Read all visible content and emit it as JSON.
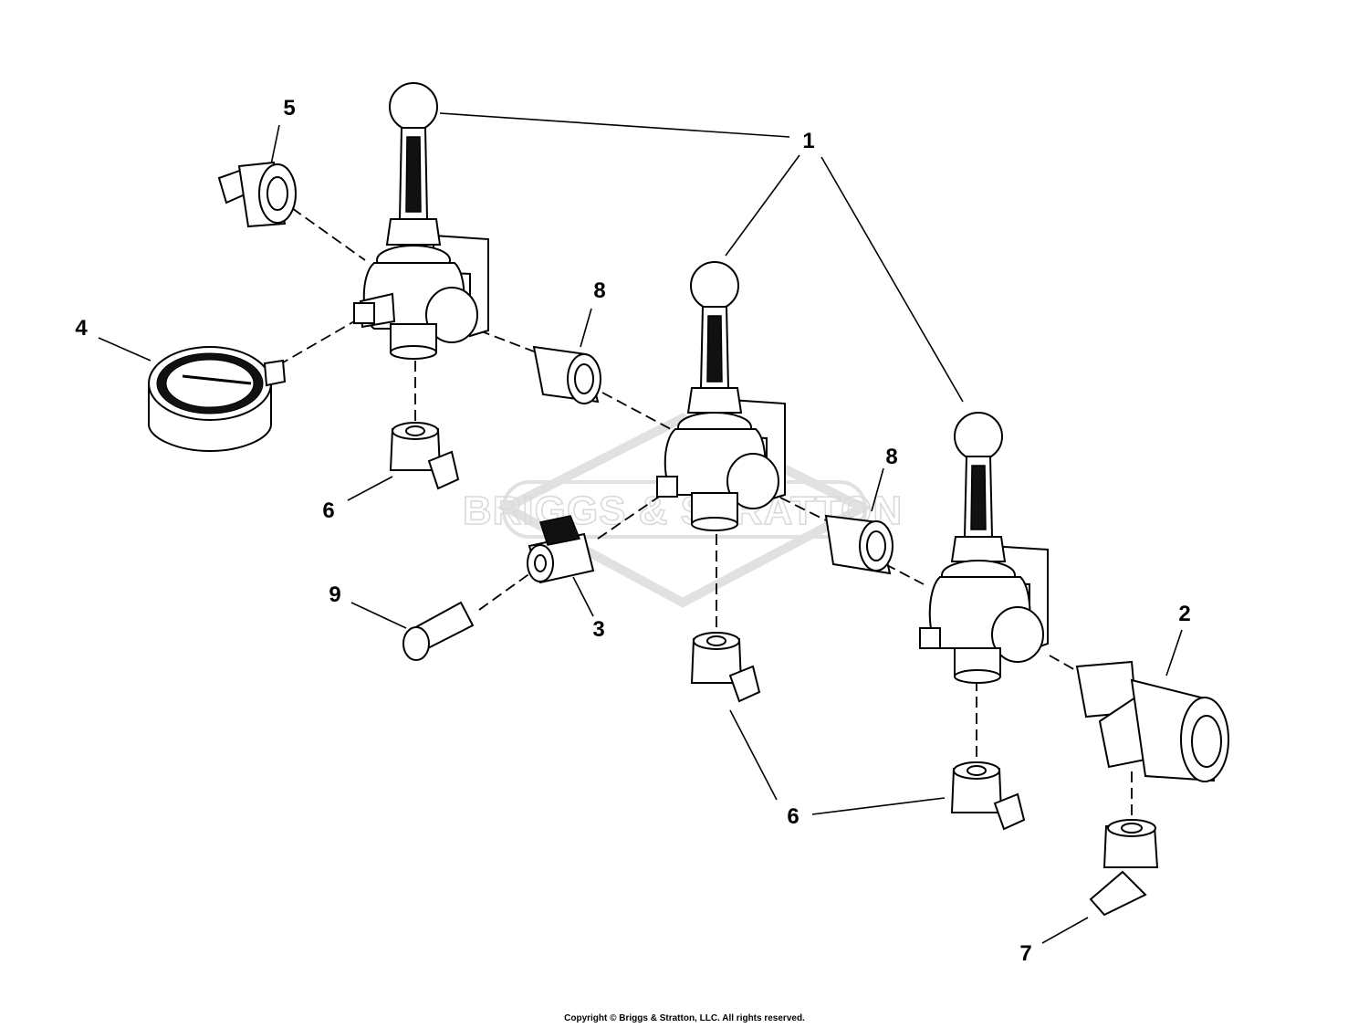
{
  "watermark": {
    "text": "BRIGGS & STRATTON"
  },
  "callouts": {
    "c1": "1",
    "c2": "2",
    "c3": "3",
    "c4": "4",
    "c5": "5",
    "c6a": "6",
    "c6b": "6",
    "c7": "7",
    "c8a": "8",
    "c8b": "8",
    "c9": "9"
  },
  "footer": {
    "copyright": "Copyright © Briggs & Stratton, LLC. All rights reserved."
  }
}
